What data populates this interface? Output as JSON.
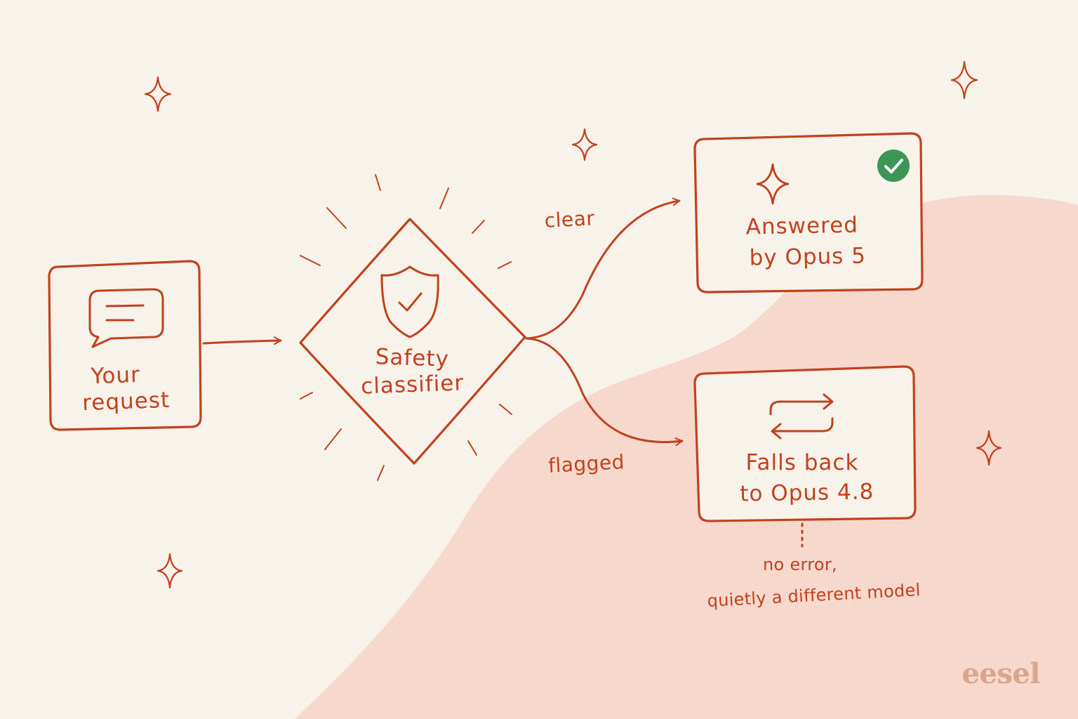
{
  "colors": {
    "background": "#f7f2ea",
    "blob": "#f7d8cc",
    "ink": "#c2411c",
    "check_badge": "#3d9557",
    "logo": "#d9a58e"
  },
  "nodes": {
    "request": {
      "icon": "chat-bubble-icon",
      "line1": "Your",
      "line2": "request"
    },
    "classifier": {
      "icon": "shield-check-icon",
      "line1": "Safety",
      "line2": "classifier"
    },
    "answered": {
      "icon": "sparkle-icon",
      "badge": "check-circle-icon",
      "line1": "Answered",
      "line2": "by Opus 5"
    },
    "fallback": {
      "icon": "swap-arrows-icon",
      "line1": "Falls back",
      "line2": "to Opus 4.8"
    }
  },
  "edges": {
    "clear": "clear",
    "flagged": "flagged"
  },
  "note": {
    "line1": "no error,",
    "line2": "quietly a different model"
  },
  "decorations": {
    "icon": "sparkle-icon"
  },
  "logo": {
    "text": "eesel"
  }
}
